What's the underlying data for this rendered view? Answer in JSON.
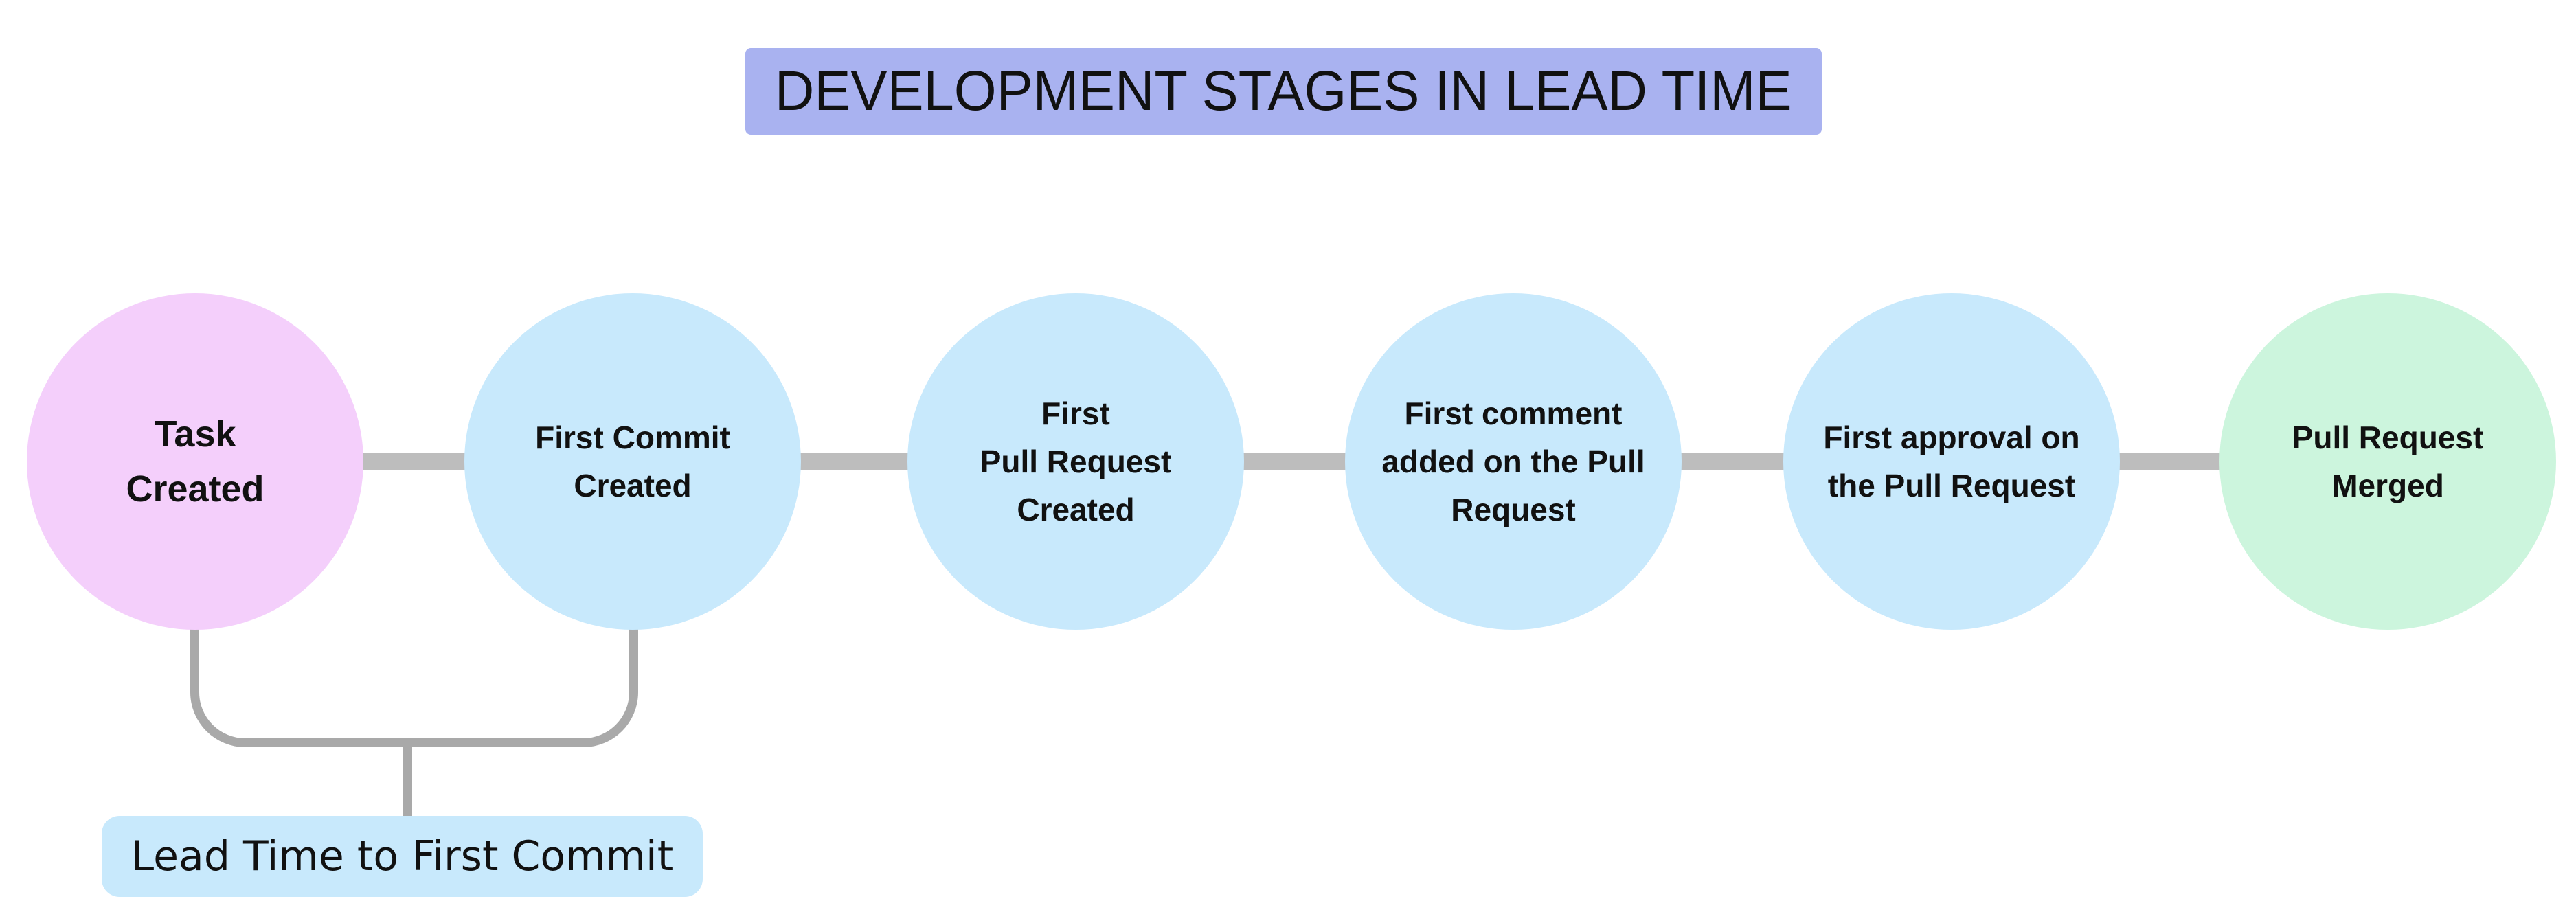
{
  "title": {
    "text": "DEVELOPMENT STAGES IN LEAD TIME"
  },
  "colors": {
    "title_bg": "#a9b2f0",
    "stage_pink": "#f4cffb",
    "stage_blue": "#c8e9fc",
    "stage_green": "#ccf5dd",
    "connector_gray": "#bdbdbd",
    "bracket_gray": "#a9a9a9",
    "annotation_bg": "#c8e9fc",
    "text": "#111111"
  },
  "stages": [
    {
      "id": "task-created",
      "lines": [
        "Task",
        "Created"
      ],
      "color": "#f4cffb"
    },
    {
      "id": "first-commit-created",
      "lines": [
        "First Commit",
        "Created"
      ],
      "color": "#c8e9fc"
    },
    {
      "id": "first-pull-request-created",
      "lines": [
        "First",
        "Pull Request",
        "Created"
      ],
      "color": "#c8e9fc"
    },
    {
      "id": "first-comment-added",
      "lines": [
        "First comment",
        "added on the Pull",
        "Request"
      ],
      "color": "#c8e9fc"
    },
    {
      "id": "first-approval",
      "lines": [
        "First approval on",
        "the Pull Request"
      ],
      "color": "#c8e9fc"
    },
    {
      "id": "pull-request-merged",
      "lines": [
        "Pull Request",
        "Merged"
      ],
      "color": "#ccf5dd"
    }
  ],
  "annotation": {
    "label": "Lead Time to First Commit"
  }
}
